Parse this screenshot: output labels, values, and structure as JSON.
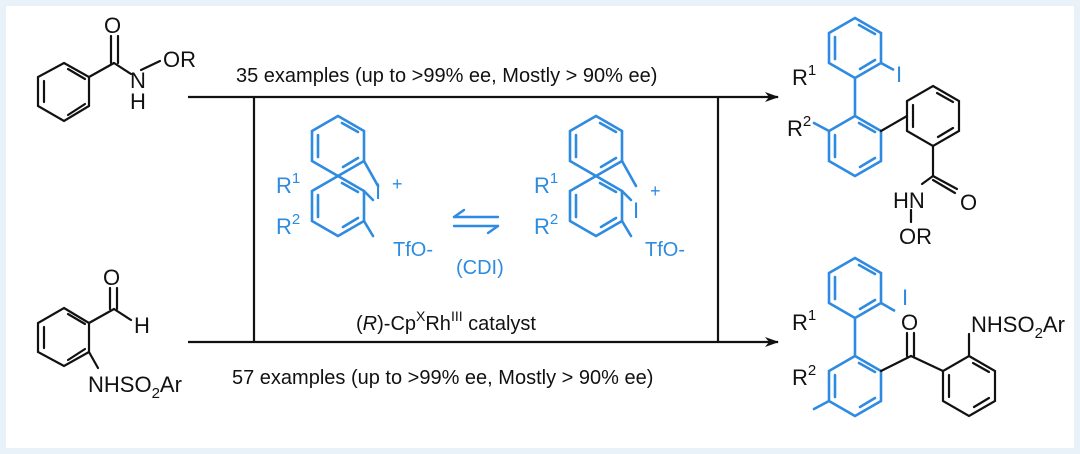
{
  "colors": {
    "background_border": "#e9f1f9",
    "canvas": "#ffffff",
    "ink": "#111111",
    "accent_blue": "#2f8be0"
  },
  "reaction_top": {
    "reactant": {
      "carbonyl_o": "O",
      "o_group": "OR",
      "n_label": "N",
      "h_label": "H"
    },
    "condition": "35 examples (up to >99% ee, Mostly > 90% ee)",
    "product": {
      "r1": "R",
      "r1_sup": "1",
      "r2": "R",
      "r2_sup": "2",
      "iodo": "I",
      "hn": "HN",
      "carbonyl_o": "O",
      "or": "OR"
    }
  },
  "reaction_bottom": {
    "reactant": {
      "aldehyde_o": "O",
      "aldehyde_h": "H",
      "sulfonamide": "NHSO",
      "sulfonamide_sub": "2",
      "sulfonamide_end": "Ar"
    },
    "condition": "57 examples (up to >99% ee, Mostly > 90% ee)",
    "product": {
      "r1": "R",
      "r1_sup": "1",
      "r2": "R",
      "r2_sup": "2",
      "iodo": "I",
      "ketone_o": "O",
      "sulfonamide": "NHSO",
      "sulfonamide_sub": "2",
      "sulfonamide_end": "Ar"
    }
  },
  "reagent_box": {
    "left_species": {
      "r1": "R",
      "r1_sup": "1",
      "r2": "R",
      "r2_sup": "2",
      "iodine": "I",
      "charge": "+",
      "counterion": "TfO-"
    },
    "right_species": {
      "r1": "R",
      "r1_sup": "1",
      "r2": "R",
      "r2_sup": "2",
      "iodine": "I",
      "charge": "+",
      "counterion": "TfO-"
    },
    "equilibrium_label": "(CDI)",
    "catalyst": {
      "open_paren": "(",
      "config": "R",
      "mid": ")-Cp",
      "cp_sup": "X",
      "rh": "Rh",
      "rh_sup": "III",
      "tail": " catalyst"
    }
  }
}
